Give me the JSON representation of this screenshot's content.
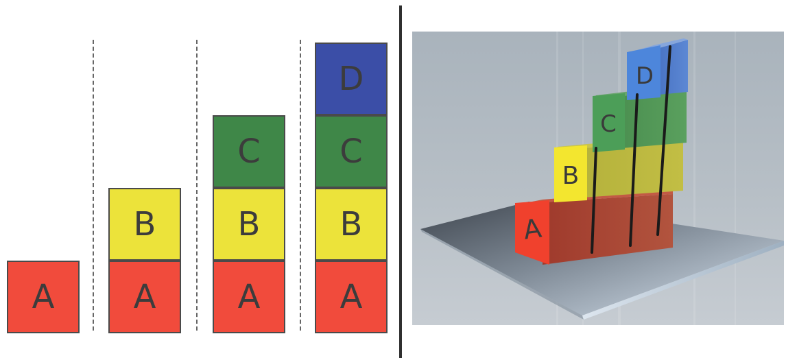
{
  "diagram_2d": {
    "columns": [
      {
        "blocks": [
          "A"
        ]
      },
      {
        "blocks": [
          "A",
          "B"
        ]
      },
      {
        "blocks": [
          "A",
          "B",
          "C"
        ]
      },
      {
        "blocks": [
          "A",
          "B",
          "C",
          "D"
        ]
      }
    ]
  },
  "diagram_3d": {
    "labels": [
      "A",
      "B",
      "C",
      "D"
    ]
  },
  "colors": {
    "A": "#f14b3c",
    "B": "#ece33a",
    "C": "#3f8748",
    "D": "#3b4ea7"
  }
}
